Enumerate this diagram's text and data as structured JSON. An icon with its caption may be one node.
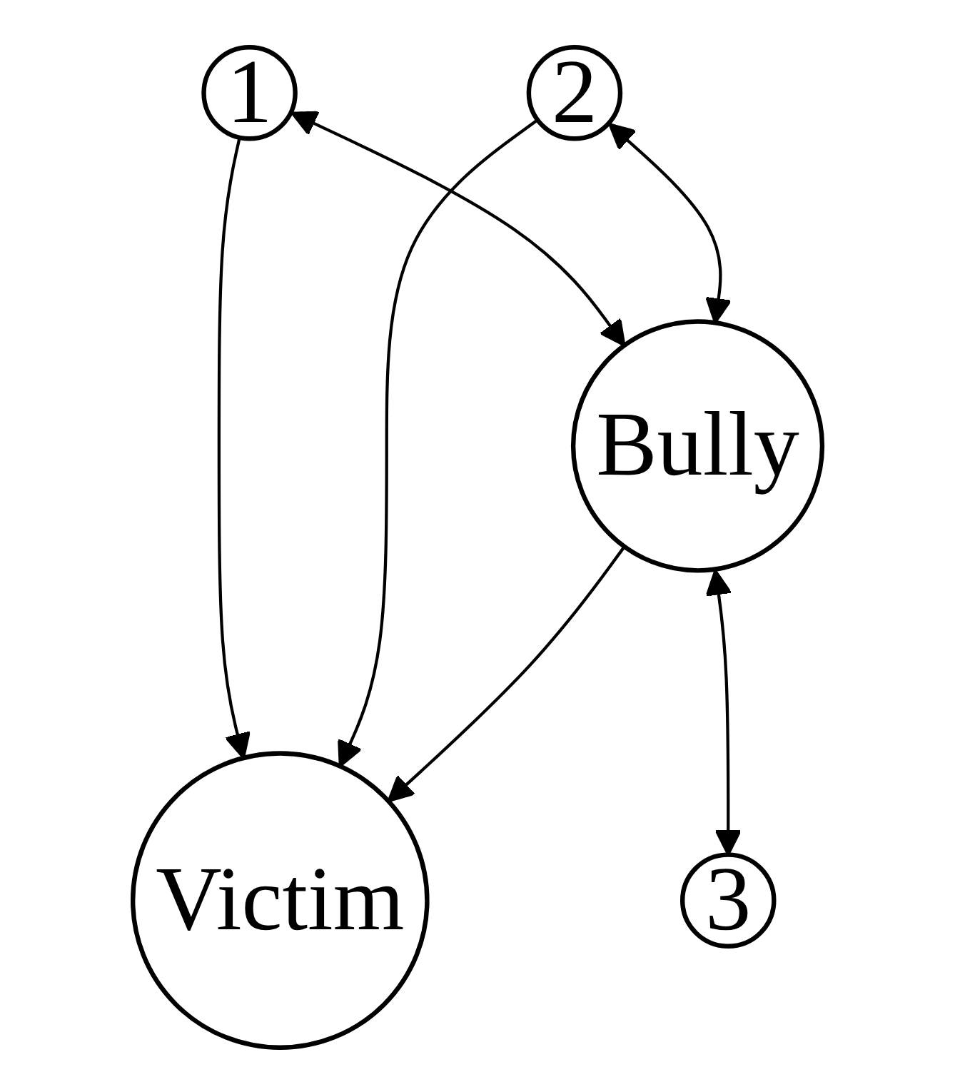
{
  "diagram": {
    "nodes": [
      {
        "text": [
          "1"
        ]
      },
      {
        "text": [
          "2"
        ]
      },
      {
        "text": [
          "Victim"
        ]
      },
      {
        "text": [
          "Bully"
        ]
      },
      {
        "text": [
          "3"
        ]
      }
    ],
    "edges": [
      {
        "from": 0,
        "to": 2,
        "arrow": "to"
      },
      {
        "from": 0,
        "to": 3,
        "arrow": "both"
      },
      {
        "from": 1,
        "to": 2,
        "arrow": "to"
      },
      {
        "from": 1,
        "to": 3,
        "arrow": "both"
      },
      {
        "from": 3,
        "to": 2,
        "arrow": "to"
      },
      {
        "from": 3,
        "to": 4,
        "arrow": "both"
      }
    ]
  }
}
